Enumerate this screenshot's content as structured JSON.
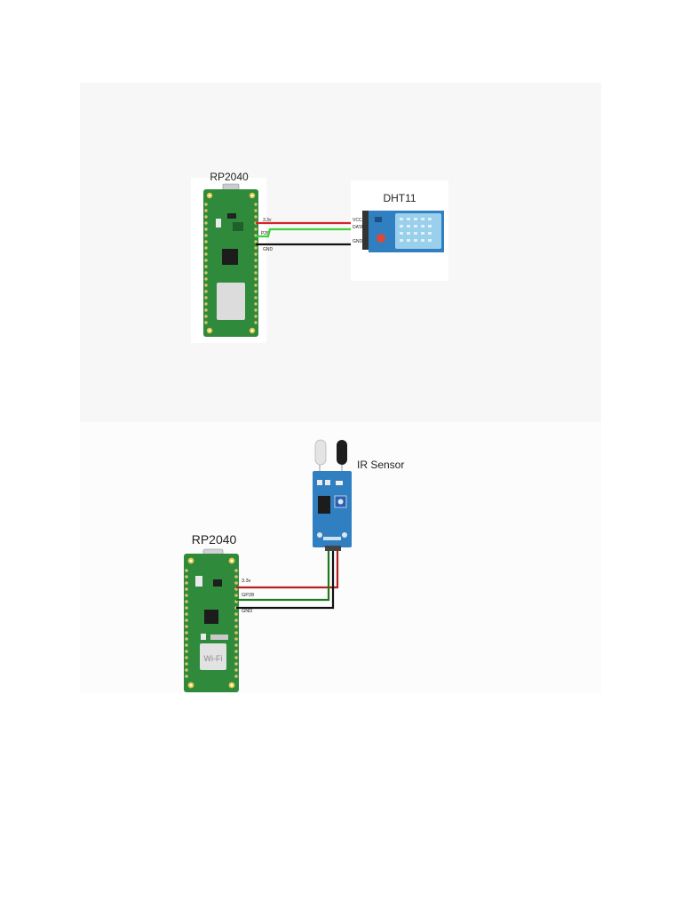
{
  "diagram1": {
    "board_title": "RP2040",
    "sensor_title": "DHT11",
    "board_pins": [
      "3.3v",
      "P28",
      "GND"
    ],
    "sensor_pins": [
      "VCC",
      "DATA",
      "GND"
    ],
    "wire_colors": {
      "power": "#d8232a",
      "data": "#3fd23a",
      "ground": "#111111"
    }
  },
  "diagram2": {
    "board_title": "RP2040",
    "sensor_title": "IR Sensor",
    "board_pins": [
      "3.3v",
      "GP28",
      "GND"
    ],
    "wifi_label": "Wi-Fi",
    "wire_colors": {
      "power": "#b81f1f",
      "data": "#1f7a1f",
      "ground": "#111111"
    }
  },
  "colors": {
    "pcb_green": "#2f8a3c",
    "sensor_blue": "#2f7fc1"
  }
}
